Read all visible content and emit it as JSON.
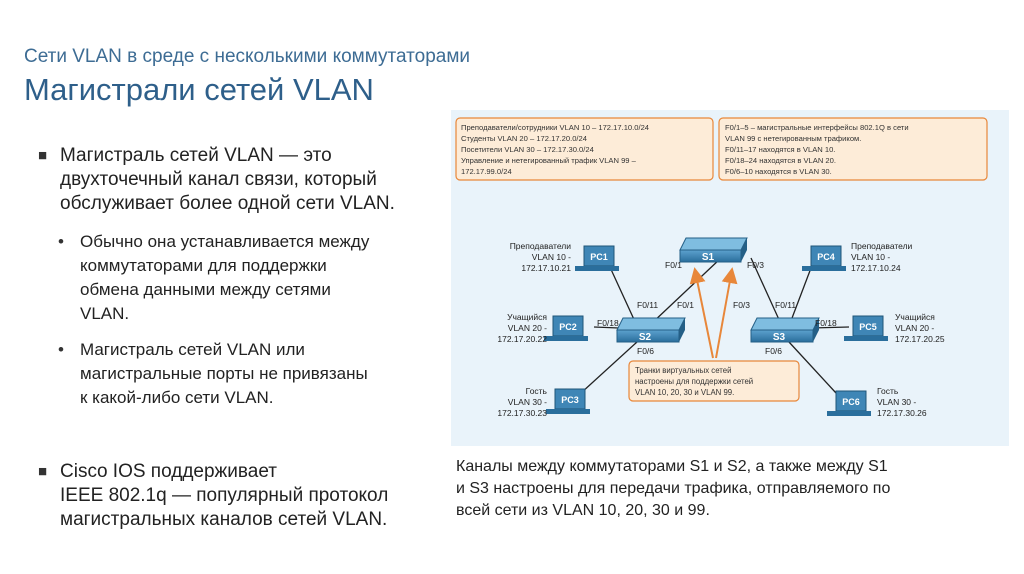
{
  "header": {
    "subtitle": "Сети VLAN в среде с несколькими коммутаторами",
    "title": "Магистрали сетей VLAN"
  },
  "bullets": {
    "b1": [
      "Магистраль сетей VLAN — это",
      "двухточечный канал связи, который",
      "обслуживает более одной сети VLAN."
    ],
    "sub1": [
      "Обычно она устанавливается между",
      "коммутаторами для поддержки",
      "обмена данными между сетями",
      "VLAN."
    ],
    "sub2": [
      "Магистраль сетей VLAN или",
      "магистральные порты не привязаны",
      "к какой-либо сети VLAN."
    ],
    "b2": [
      "Cisco IOS поддерживает",
      "IEEE 802.1q — популярный протокол",
      "магистральных каналов сетей VLAN."
    ]
  },
  "diagram": {
    "info_left": [
      "Преподаватели/сотрудники VLAN 10 – 172.17.10.0/24",
      "Студенты VLAN 20 – 172.17.20.0/24",
      "Посетители VLAN 30 – 172.17.30.0/24",
      "Управление и нетегированный трафик VLAN 99 –",
      "172.17.99.0/24"
    ],
    "info_right": [
      "F0/1–5 – магистральные интерфейсы 802.1Q в сети",
      "VLAN 99 с нетегированным трафиком.",
      "F0/11–17 находятся в VLAN 10.",
      "F0/18–24 находятся в VLAN 20.",
      "F0/6–10 находятся в VLAN 30."
    ],
    "switches": {
      "s1": "S1",
      "s2": "S2",
      "s3": "S3"
    },
    "pcs": {
      "pc1": "PC1",
      "pc2": "PC2",
      "pc3": "PC3",
      "pc4": "PC4",
      "pc5": "PC5",
      "pc6": "PC6"
    },
    "pc1_label": [
      "Преподаватели",
      "VLAN 10 -",
      "172.17.10.21"
    ],
    "pc2_label": [
      "Учащийся",
      "VLAN 20 -",
      "172.17.20.22"
    ],
    "pc3_label": [
      "Гость",
      "VLAN 30 -",
      "172.17.30.23"
    ],
    "pc4_label": [
      "Преподаватели",
      "VLAN 10 -",
      "172.17.10.24"
    ],
    "pc5_label": [
      "Учащийся",
      "VLAN 20 -",
      "172.17.20.25"
    ],
    "pc6_label": [
      "Гость",
      "VLAN 30 -",
      "172.17.30.26"
    ],
    "ports": {
      "s1_left": "F0/1",
      "s1_right": "F0/3",
      "s2_f011": "F0/11",
      "s2_f01": "F0/1",
      "s2_f018": "F0/18",
      "s2_f06": "F0/6",
      "s3_f03": "F0/3",
      "s3_f011": "F0/11",
      "s3_f018": "F0/18",
      "s3_f06": "F0/6"
    },
    "trunk_note": [
      "Транки виртуальных сетей",
      "настроены для поддержки сетей",
      "VLAN 10, 20, 30 и VLAN 99."
    ],
    "colors": {
      "background": "#eaf3fa",
      "box_fill": "#fdecd8",
      "box_border": "#e8873a",
      "switch": "#2f78a8",
      "pc": "#2f78a8",
      "arrow": "#e8873a"
    }
  },
  "caption": [
    "Каналы между коммутаторами S1 и S2, а также между S1",
    "и S3 настроены для передачи трафика, отправляемого по",
    "всей сети из VLAN 10, 20, 30 и 99."
  ]
}
